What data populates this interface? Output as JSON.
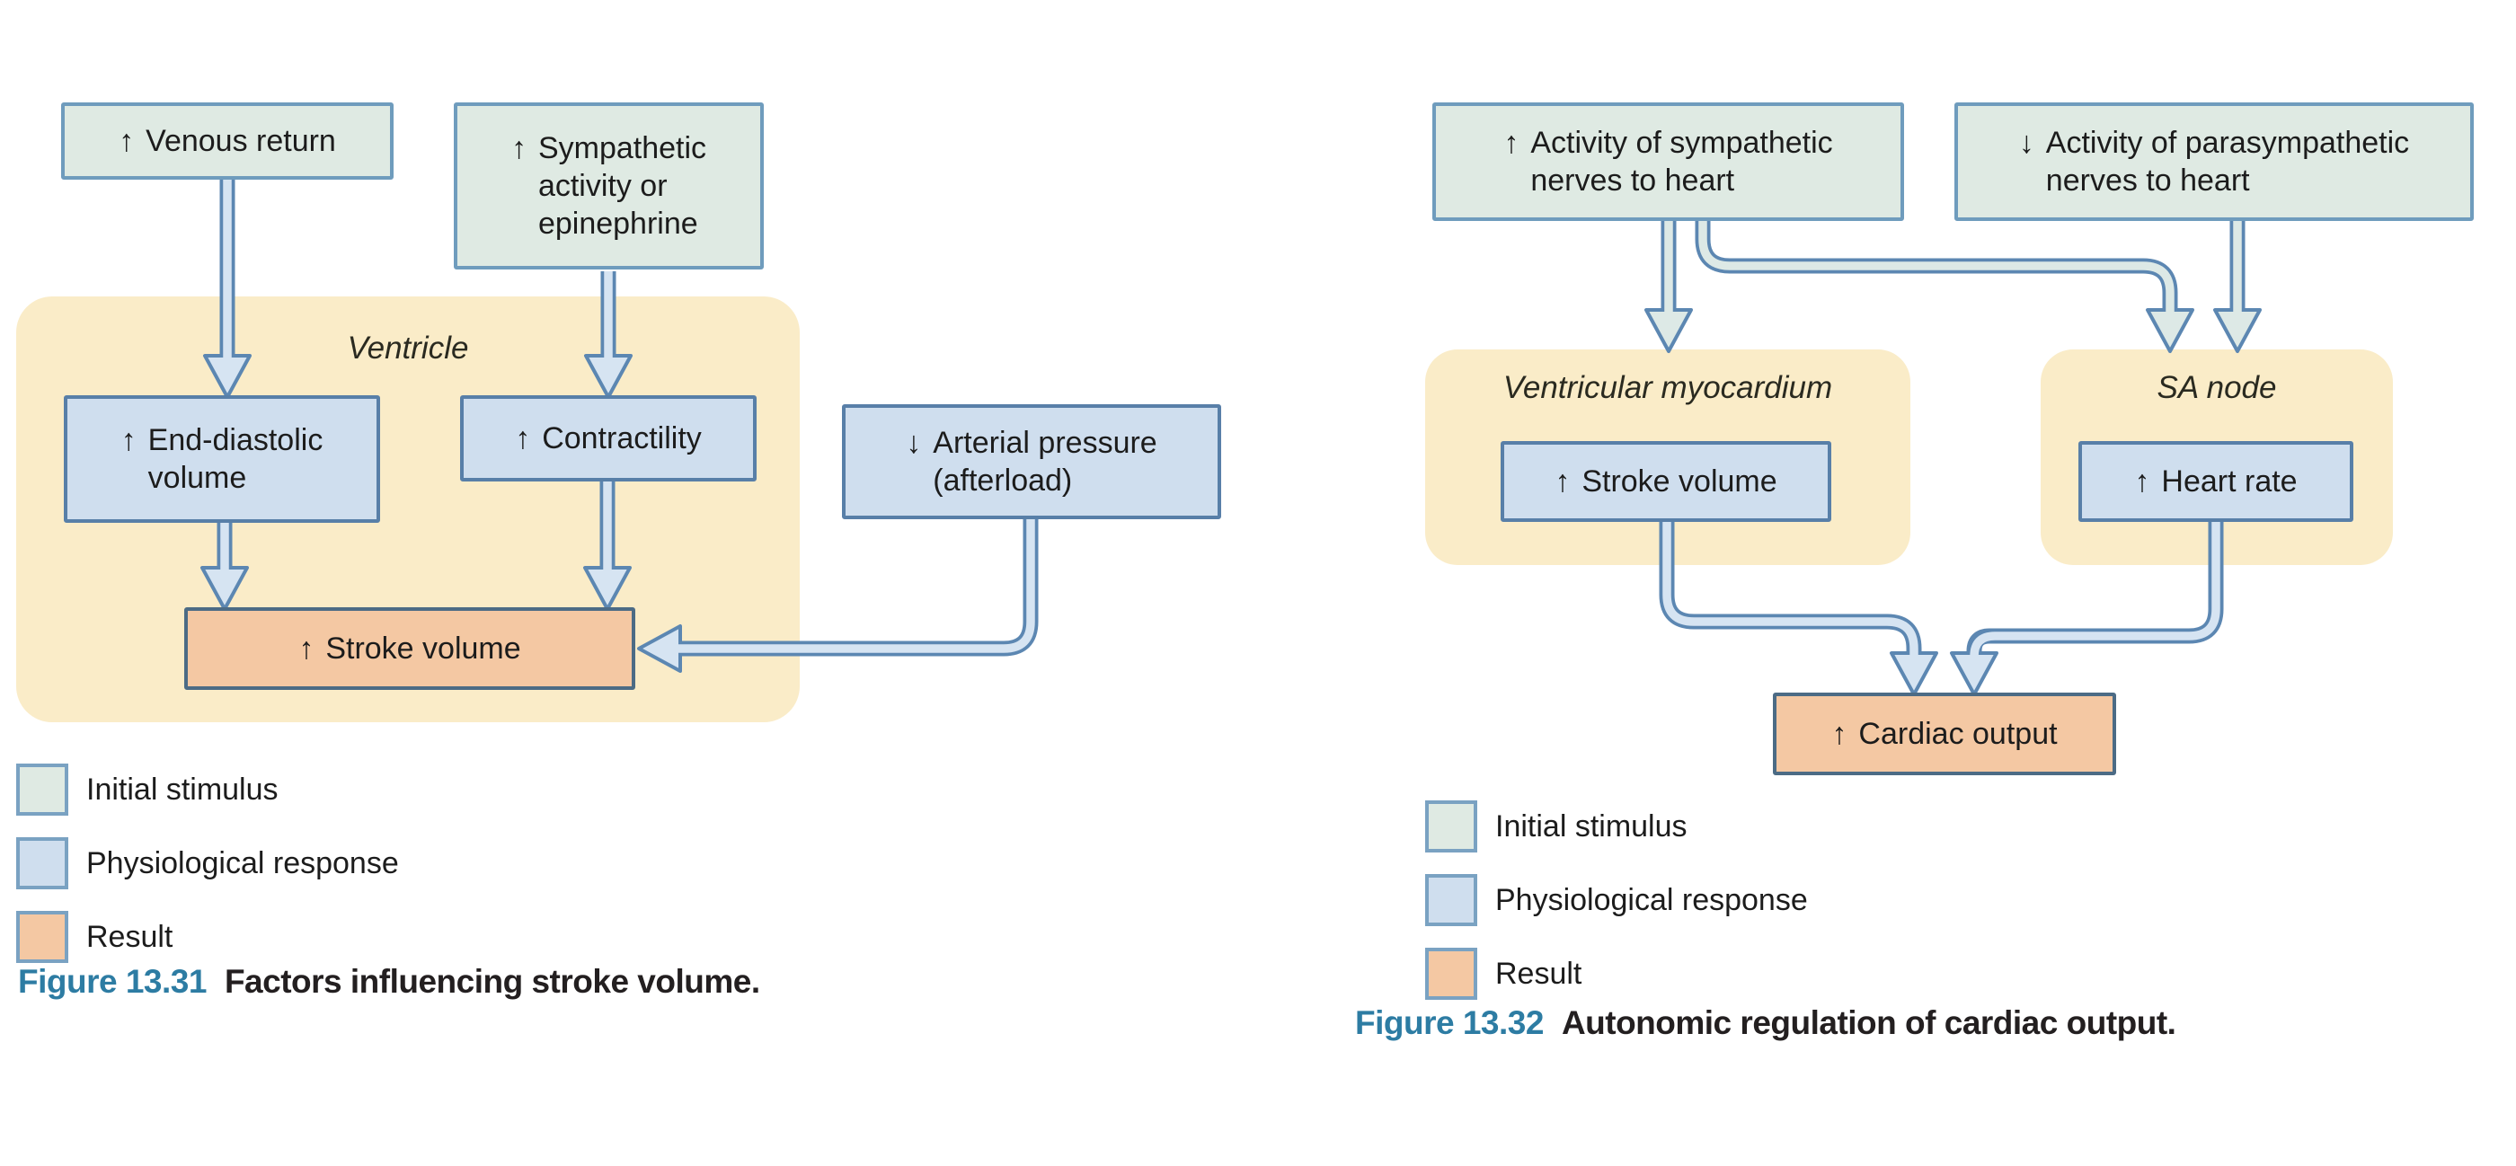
{
  "fig1": {
    "region_label": "Ventricle",
    "boxes": {
      "venous": {
        "symbol": "↑",
        "lines": [
          "Venous return"
        ]
      },
      "sympathetic": {
        "symbol": "↑",
        "lines": [
          "Sympathetic",
          "activity or",
          "epinephrine"
        ]
      },
      "end_diastolic": {
        "symbol": "↑",
        "lines": [
          "End-diastolic",
          "volume"
        ]
      },
      "contractility": {
        "symbol": "↑",
        "lines": [
          "Contractility"
        ]
      },
      "arterial": {
        "symbol": "↓",
        "lines": [
          "Arterial pressure",
          "(afterload)"
        ]
      },
      "stroke_volume": {
        "symbol": "↑",
        "lines": [
          "Stroke volume"
        ]
      }
    },
    "caption": {
      "label": "Figure 13.31",
      "text": "Factors influencing stroke volume."
    }
  },
  "fig2": {
    "region_labels": {
      "ventricular_myocardium": "Ventricular myocardium",
      "sa_node": "SA node"
    },
    "boxes": {
      "sympathetic": {
        "symbol": "↑",
        "lines": [
          "Activity of sympathetic",
          "nerves to heart"
        ]
      },
      "parasympathetic": {
        "symbol": "↓",
        "lines": [
          "Activity of parasympathetic",
          "nerves to heart"
        ]
      },
      "stroke_volume": {
        "symbol": "↑",
        "lines": [
          "Stroke volume"
        ]
      },
      "heart_rate": {
        "symbol": "↑",
        "lines": [
          "Heart rate"
        ]
      },
      "cardiac_output": {
        "symbol": "↑",
        "lines": [
          "Cardiac output"
        ]
      }
    },
    "caption": {
      "label": "Figure 13.32",
      "text": "Autonomic regulation of cardiac output."
    }
  },
  "legend": {
    "items": [
      {
        "label": "Initial stimulus",
        "color": "#dfeae3"
      },
      {
        "label": "Physiological response",
        "color": "#cfdeee"
      },
      {
        "label": "Result",
        "color": "#f4c8a3"
      }
    ]
  },
  "colors": {
    "initial_stimulus_fill": "#dfeae3",
    "physiological_response_fill": "#cfdeee",
    "result_fill": "#f4c8a3",
    "region_background": "#faecc8",
    "stimulus_border": "#6f9cbd",
    "response_border": "#587fa8",
    "result_border": "#4c6b85",
    "arrow_fill_blue": "#d6e4f2",
    "arrow_fill_green": "#dde9e6",
    "arrow_border": "#5c87b2",
    "caption_label_color": "#2d7ca3"
  }
}
